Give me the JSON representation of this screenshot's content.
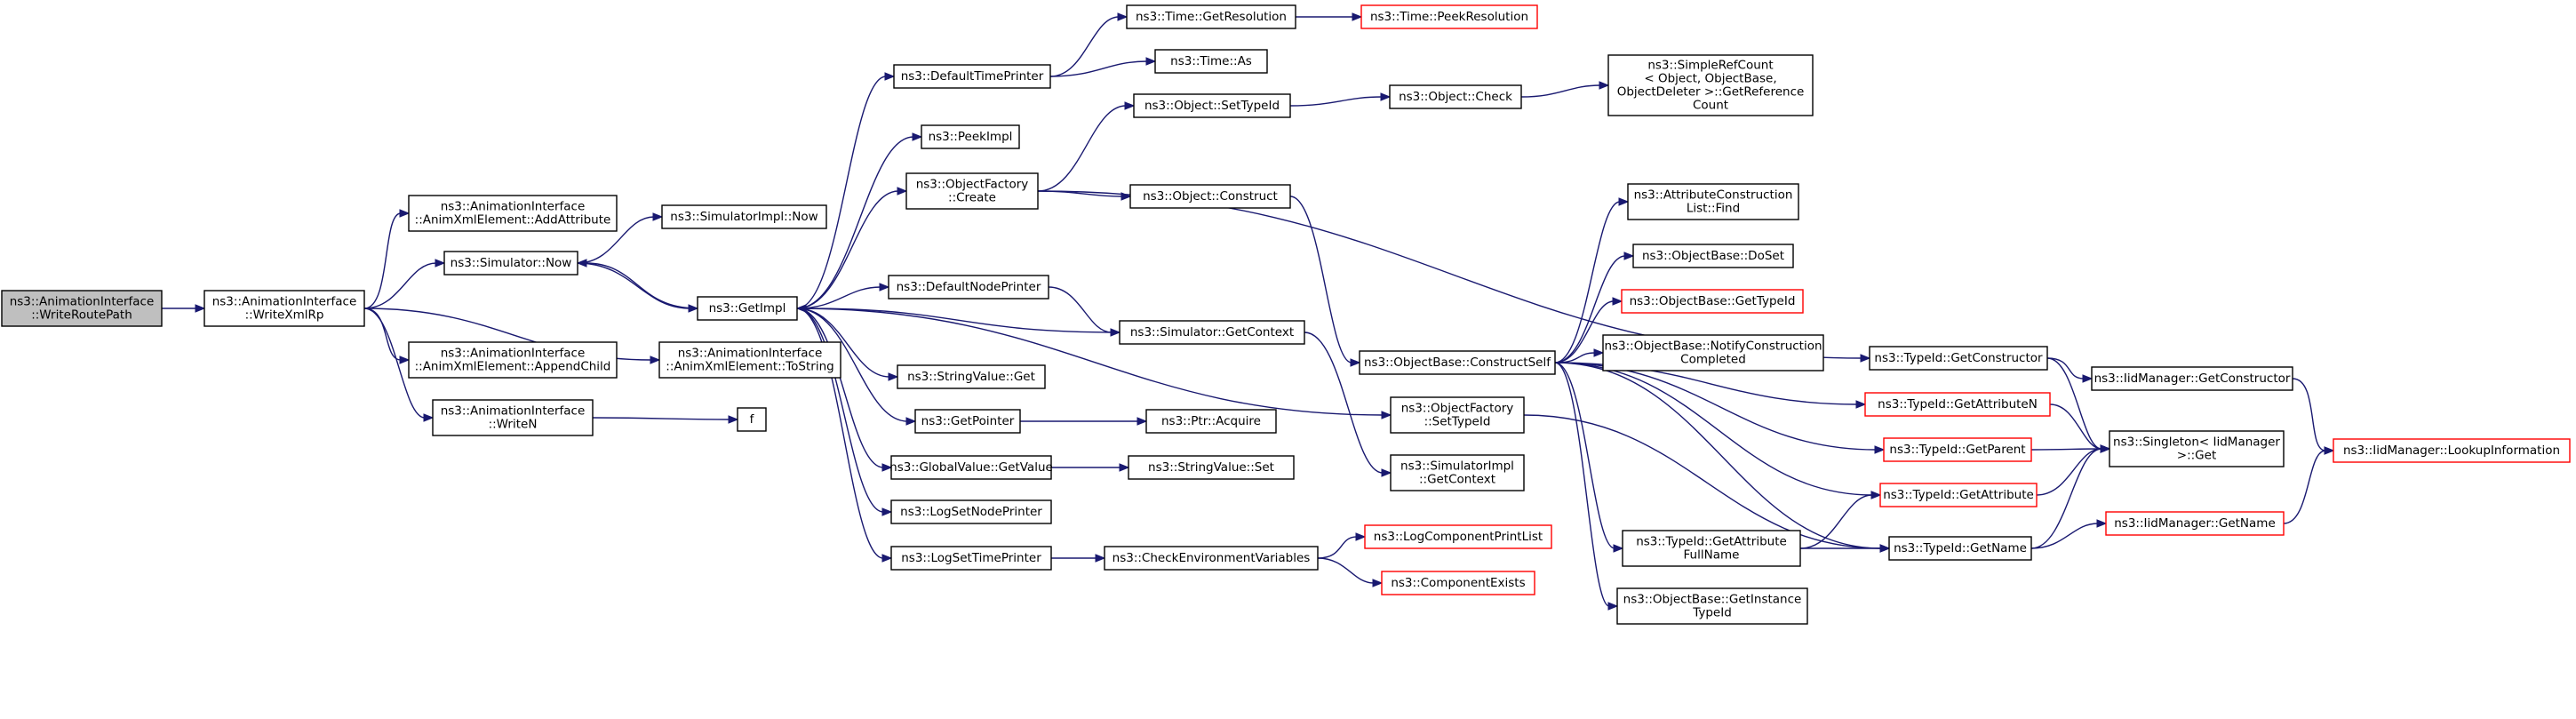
{
  "colors": {
    "edge": "#191970",
    "box": "#000000",
    "box_truncated": "#ff0000",
    "root_fill": "#bfbfbf",
    "fill": "#ffffff"
  },
  "nodes": [
    {
      "id": "writeRoutePath",
      "lines": [
        "ns3::AnimationInterface",
        "::WriteRoutePath"
      ],
      "style": "root"
    },
    {
      "id": "writeXmlRp",
      "lines": [
        "ns3::AnimationInterface",
        "::WriteXmlRp"
      ],
      "style": "normal"
    },
    {
      "id": "addAttribute",
      "lines": [
        "ns3::AnimationInterface",
        "::AnimXmlElement::AddAttribute"
      ],
      "style": "normal"
    },
    {
      "id": "simNow",
      "lines": [
        "ns3::Simulator::Now"
      ],
      "style": "normal"
    },
    {
      "id": "appendChild",
      "lines": [
        "ns3::AnimationInterface",
        "::AnimXmlElement::AppendChild"
      ],
      "style": "normal"
    },
    {
      "id": "writeN",
      "lines": [
        "ns3::AnimationInterface",
        "::WriteN"
      ],
      "style": "normal"
    },
    {
      "id": "simImplNow",
      "lines": [
        "ns3::SimulatorImpl::Now"
      ],
      "style": "normal"
    },
    {
      "id": "toString",
      "lines": [
        "ns3::AnimationInterface",
        "::AnimXmlElement::ToString"
      ],
      "style": "normal"
    },
    {
      "id": "f",
      "lines": [
        "f"
      ],
      "style": "normal"
    },
    {
      "id": "getImpl",
      "lines": [
        "ns3::GetImpl"
      ],
      "style": "normal"
    },
    {
      "id": "defaultTimePrinter",
      "lines": [
        "ns3::DefaultTimePrinter"
      ],
      "style": "normal"
    },
    {
      "id": "peekImpl",
      "lines": [
        "ns3::PeekImpl"
      ],
      "style": "normal"
    },
    {
      "id": "objFactoryCreate",
      "lines": [
        "ns3::ObjectFactory",
        "::Create"
      ],
      "style": "normal"
    },
    {
      "id": "defaultNodePrinter",
      "lines": [
        "ns3::DefaultNodePrinter"
      ],
      "style": "normal"
    },
    {
      "id": "stringValueGet",
      "lines": [
        "ns3::StringValue::Get"
      ],
      "style": "normal"
    },
    {
      "id": "getPointer",
      "lines": [
        "ns3::GetPointer"
      ],
      "style": "normal"
    },
    {
      "id": "globalValueGetValue",
      "lines": [
        "ns3::GlobalValue::GetValue"
      ],
      "style": "normal"
    },
    {
      "id": "logSetNodePrinter",
      "lines": [
        "ns3::LogSetNodePrinter"
      ],
      "style": "normal"
    },
    {
      "id": "logSetTimePrinter",
      "lines": [
        "ns3::LogSetTimePrinter"
      ],
      "style": "normal"
    },
    {
      "id": "timeGetResolution",
      "lines": [
        "ns3::Time::GetResolution"
      ],
      "style": "normal"
    },
    {
      "id": "timeAs",
      "lines": [
        "ns3::Time::As"
      ],
      "style": "normal"
    },
    {
      "id": "objectSetTypeId",
      "lines": [
        "ns3::Object::SetTypeId"
      ],
      "style": "normal"
    },
    {
      "id": "objectConstruct",
      "lines": [
        "ns3::Object::Construct"
      ],
      "style": "normal"
    },
    {
      "id": "simGetContext",
      "lines": [
        "ns3::Simulator::GetContext"
      ],
      "style": "normal"
    },
    {
      "id": "ptrAcquire",
      "lines": [
        "ns3::Ptr::Acquire"
      ],
      "style": "normal"
    },
    {
      "id": "stringValueSet",
      "lines": [
        "ns3::StringValue::Set"
      ],
      "style": "normal"
    },
    {
      "id": "checkEnvVars",
      "lines": [
        "ns3::CheckEnvironmentVariables"
      ],
      "style": "normal"
    },
    {
      "id": "timePeekResolution",
      "lines": [
        "ns3::Time::PeekResolution"
      ],
      "style": "truncated"
    },
    {
      "id": "objectCheck",
      "lines": [
        "ns3::Object::Check"
      ],
      "style": "normal"
    },
    {
      "id": "objBaseConstructSelf",
      "lines": [
        "ns3::ObjectBase::ConstructSelf"
      ],
      "style": "normal"
    },
    {
      "id": "objFactorySetTypeId",
      "lines": [
        "ns3::ObjectFactory",
        "::SetTypeId"
      ],
      "style": "normal"
    },
    {
      "id": "simImplGetContext",
      "lines": [
        "ns3::SimulatorImpl",
        "::GetContext"
      ],
      "style": "normal"
    },
    {
      "id": "logComponentPrintList",
      "lines": [
        "ns3::LogComponentPrintList"
      ],
      "style": "truncated"
    },
    {
      "id": "componentExists",
      "lines": [
        "ns3::ComponentExists"
      ],
      "style": "truncated"
    },
    {
      "id": "simpleRefCount",
      "lines": [
        "ns3::SimpleRefCount",
        "< Object, ObjectBase,",
        "ObjectDeleter >::GetReference",
        "Count"
      ],
      "style": "normal"
    },
    {
      "id": "attrConstructionListFind",
      "lines": [
        "ns3::AttributeConstruction",
        "List::Find"
      ],
      "style": "normal"
    },
    {
      "id": "objBaseDoSet",
      "lines": [
        "ns3::ObjectBase::DoSet"
      ],
      "style": "normal"
    },
    {
      "id": "objBaseGetTypeId",
      "lines": [
        "ns3::ObjectBase::GetTypeId"
      ],
      "style": "truncated"
    },
    {
      "id": "objBaseNotifyConstructionCompleted",
      "lines": [
        "ns3::ObjectBase::NotifyConstruction",
        "Completed"
      ],
      "style": "normal"
    },
    {
      "id": "typeIdGetAttributeFullName",
      "lines": [
        "ns3::TypeId::GetAttribute",
        "FullName"
      ],
      "style": "normal"
    },
    {
      "id": "objBaseGetInstanceTypeId",
      "lines": [
        "ns3::ObjectBase::GetInstance",
        "TypeId"
      ],
      "style": "normal"
    },
    {
      "id": "typeIdGetConstructor",
      "lines": [
        "ns3::TypeId::GetConstructor"
      ],
      "style": "normal"
    },
    {
      "id": "typeIdGetAttributeN",
      "lines": [
        "ns3::TypeId::GetAttributeN"
      ],
      "style": "truncated"
    },
    {
      "id": "typeIdGetParent",
      "lines": [
        "ns3::TypeId::GetParent"
      ],
      "style": "truncated"
    },
    {
      "id": "typeIdGetAttribute",
      "lines": [
        "ns3::TypeId::GetAttribute"
      ],
      "style": "truncated"
    },
    {
      "id": "typeIdGetName",
      "lines": [
        "ns3::TypeId::GetName"
      ],
      "style": "normal"
    },
    {
      "id": "iidManagerGetConstructor",
      "lines": [
        "ns3::IidManager::GetConstructor"
      ],
      "style": "normal"
    },
    {
      "id": "singletonGet",
      "lines": [
        "ns3::Singleton< IidManager",
        ">::Get"
      ],
      "style": "normal"
    },
    {
      "id": "iidManagerGetName",
      "lines": [
        "ns3::IidManager::GetName"
      ],
      "style": "truncated"
    },
    {
      "id": "iidManagerLookupInformation",
      "lines": [
        "ns3::IidManager::LookupInformation"
      ],
      "style": "truncated"
    }
  ],
  "edges": [
    [
      "writeRoutePath",
      "writeXmlRp"
    ],
    [
      "writeXmlRp",
      "addAttribute"
    ],
    [
      "writeXmlRp",
      "simNow"
    ],
    [
      "writeXmlRp",
      "appendChild"
    ],
    [
      "writeXmlRp",
      "writeN"
    ],
    [
      "writeXmlRp",
      "toString"
    ],
    [
      "simNow",
      "simImplNow"
    ],
    [
      "simNow",
      "getImpl"
    ],
    [
      "writeN",
      "f"
    ],
    [
      "getImpl",
      "simNow"
    ],
    [
      "getImpl",
      "defaultTimePrinter"
    ],
    [
      "getImpl",
      "peekImpl"
    ],
    [
      "getImpl",
      "objFactoryCreate"
    ],
    [
      "getImpl",
      "defaultNodePrinter"
    ],
    [
      "getImpl",
      "stringValueGet"
    ],
    [
      "getImpl",
      "getPointer"
    ],
    [
      "getImpl",
      "globalValueGetValue"
    ],
    [
      "getImpl",
      "logSetNodePrinter"
    ],
    [
      "getImpl",
      "logSetTimePrinter"
    ],
    [
      "getImpl",
      "objFactorySetTypeId"
    ],
    [
      "defaultTimePrinter",
      "timeGetResolution"
    ],
    [
      "defaultTimePrinter",
      "timeAs"
    ],
    [
      "timeGetResolution",
      "timePeekResolution"
    ],
    [
      "objFactoryCreate",
      "objectSetTypeId"
    ],
    [
      "objFactoryCreate",
      "objectConstruct"
    ],
    [
      "objFactoryCreate",
      "typeIdGetConstructor"
    ],
    [
      "objectSetTypeId",
      "objectCheck"
    ],
    [
      "objectCheck",
      "simpleRefCount"
    ],
    [
      "objectConstruct",
      "objBaseConstructSelf"
    ],
    [
      "defaultNodePrinter",
      "simGetContext"
    ],
    [
      "simGetContext",
      "getImpl"
    ],
    [
      "simGetContext",
      "simImplGetContext"
    ],
    [
      "getPointer",
      "ptrAcquire"
    ],
    [
      "globalValueGetValue",
      "stringValueSet"
    ],
    [
      "logSetTimePrinter",
      "checkEnvVars"
    ],
    [
      "checkEnvVars",
      "logComponentPrintList"
    ],
    [
      "checkEnvVars",
      "componentExists"
    ],
    [
      "objBaseConstructSelf",
      "attrConstructionListFind"
    ],
    [
      "objBaseConstructSelf",
      "objBaseDoSet"
    ],
    [
      "objBaseConstructSelf",
      "objBaseGetTypeId"
    ],
    [
      "objBaseConstructSelf",
      "objBaseNotifyConstructionCompleted"
    ],
    [
      "objBaseConstructSelf",
      "typeIdGetAttributeN"
    ],
    [
      "objBaseConstructSelf",
      "typeIdGetParent"
    ],
    [
      "objBaseConstructSelf",
      "typeIdGetAttribute"
    ],
    [
      "objBaseConstructSelf",
      "typeIdGetAttributeFullName"
    ],
    [
      "objBaseConstructSelf",
      "objBaseGetInstanceTypeId"
    ],
    [
      "objBaseConstructSelf",
      "typeIdGetName"
    ],
    [
      "objFactorySetTypeId",
      "typeIdGetName"
    ],
    [
      "typeIdGetAttributeFullName",
      "typeIdGetAttribute"
    ],
    [
      "typeIdGetAttributeFullName",
      "typeIdGetName"
    ],
    [
      "typeIdGetConstructor",
      "iidManagerGetConstructor"
    ],
    [
      "typeIdGetConstructor",
      "singletonGet"
    ],
    [
      "typeIdGetAttributeN",
      "singletonGet"
    ],
    [
      "typeIdGetParent",
      "singletonGet"
    ],
    [
      "typeIdGetAttribute",
      "singletonGet"
    ],
    [
      "typeIdGetName",
      "singletonGet"
    ],
    [
      "typeIdGetName",
      "iidManagerGetName"
    ],
    [
      "iidManagerGetConstructor",
      "iidManagerLookupInformation"
    ],
    [
      "iidManagerGetName",
      "iidManagerLookupInformation"
    ]
  ]
}
